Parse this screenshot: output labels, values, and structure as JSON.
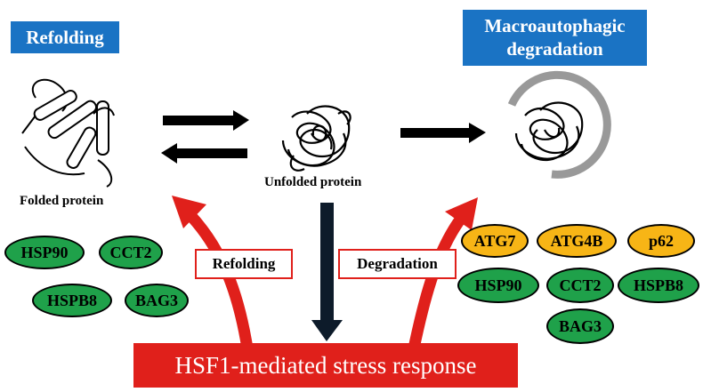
{
  "labels": {
    "refolding_header": "Refolding",
    "macro_header_line1": "Macroautophagic",
    "macro_header_line2": "degradation",
    "folded_protein": "Folded protein",
    "unfolded_protein": "Unfolded protein",
    "refolding_box": "Refolding",
    "degradation_box": "Degradation",
    "hsf1_banner": "HSF1-mediated stress response"
  },
  "refolding_chaperones": [
    "HSP90",
    "CCT2",
    "HSPB8",
    "BAG3"
  ],
  "degradation_factors": [
    "ATG7",
    "ATG4B",
    "p62",
    "HSP90",
    "CCT2",
    "HSPB8",
    "BAG3"
  ],
  "colors": {
    "header_blue": "#1a73c4",
    "red": "#e0201b",
    "green_oval": "#1fa14a",
    "orange_oval": "#f7b516",
    "down_arrow": "#0d1b2a",
    "autophagosome_arc": "#999999"
  }
}
